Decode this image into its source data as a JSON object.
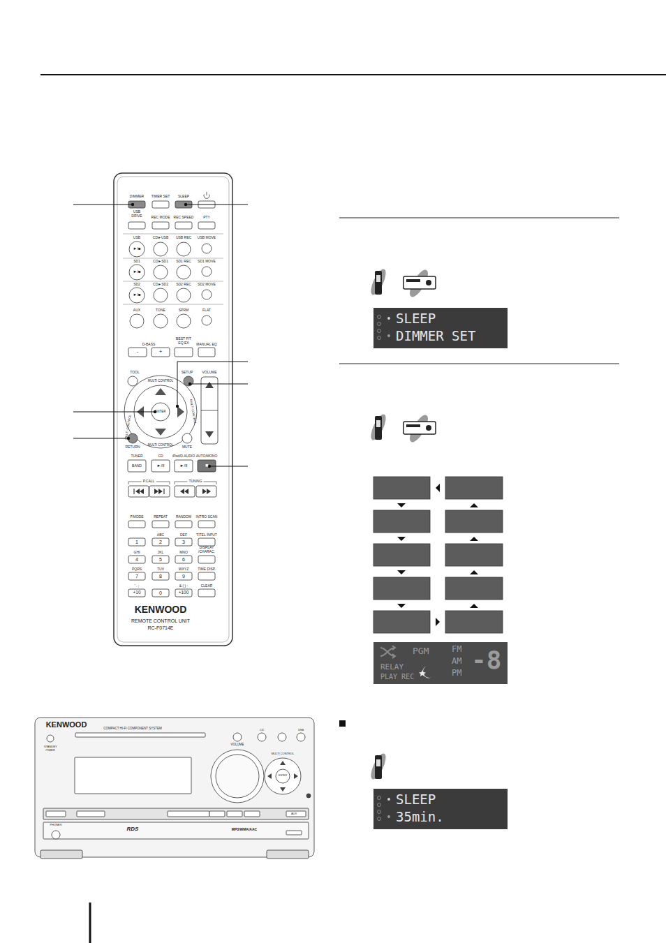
{
  "diagram": {
    "nodes": [
      {
        "text": [
          "SLEEP",
          "DIMMER SET"
        ]
      },
      {
        "text": [
          "PGM",
          "FM",
          "AM",
          "PM",
          "RELAY",
          "PLAY REC",
          "-8"
        ]
      },
      {
        "text": [
          "SLEEP",
          "35min."
        ]
      }
    ],
    "labels": [
      "DIMMER",
      "TIMER SET",
      "SLEEP",
      "USB DRIVE",
      "REC MODE",
      "REC SPEED",
      "PTY",
      "USB",
      "CD►USB",
      "USB REC",
      "USB MOVE",
      "►/■",
      "SD1",
      "CD►SD1",
      "SD1 REC",
      "SD1 MOVE",
      "►/■",
      "SD2",
      "CD►SD2",
      "SD2 REC",
      "SD2 MOVE",
      "►/■",
      "AUX",
      "TONE",
      "SPRM",
      "FLAT",
      "D-BASS",
      "BEST FIT EQ EX",
      "MANUAL EQ",
      "-",
      "+",
      "TOOL",
      "SETUP",
      "VOLUME",
      "MULTI CONTROL",
      "MULTI CONTROL",
      "MULTI CONTROL",
      "MULTI CONTROL",
      "ENTER",
      "RETURN",
      "MUTE",
      "TUNER",
      "CD",
      "iPod/D.AUDIO",
      "AUTO/MONO",
      "BAND",
      "►/II",
      "►/II",
      "■",
      "P.CALL",
      "TUNING",
      "P.MODE",
      "REPEAT",
      "RANDOM",
      "INTRO SCAN",
      "ABC",
      "DEF",
      "TITEL INPUT",
      "1",
      "2",
      "3",
      "GHI",
      "JKL",
      "MNO",
      "DISPLAY /CHARAC.",
      "4",
      "5",
      "6",
      "PQRS",
      "TUV",
      "WXYZ",
      "TIME DISP.",
      "7",
      "8",
      "9",
      "' . ;",
      "& ( ) -",
      "CLEAR",
      "+10",
      "0",
      "+100",
      "KENWOOD",
      "REMOTE CONTROL UNIT",
      "RC-F0714E",
      "KENWOOD",
      "COMPACT HI-FI COMPONENT SYSTEM",
      "VOLUME",
      "MULTI CONTROL",
      "ENTER",
      "CD",
      "USB",
      "AUX",
      "RDS",
      "MP3/WMA/AAC",
      "STANDBY /TIMER",
      "PHONES"
    ]
  }
}
